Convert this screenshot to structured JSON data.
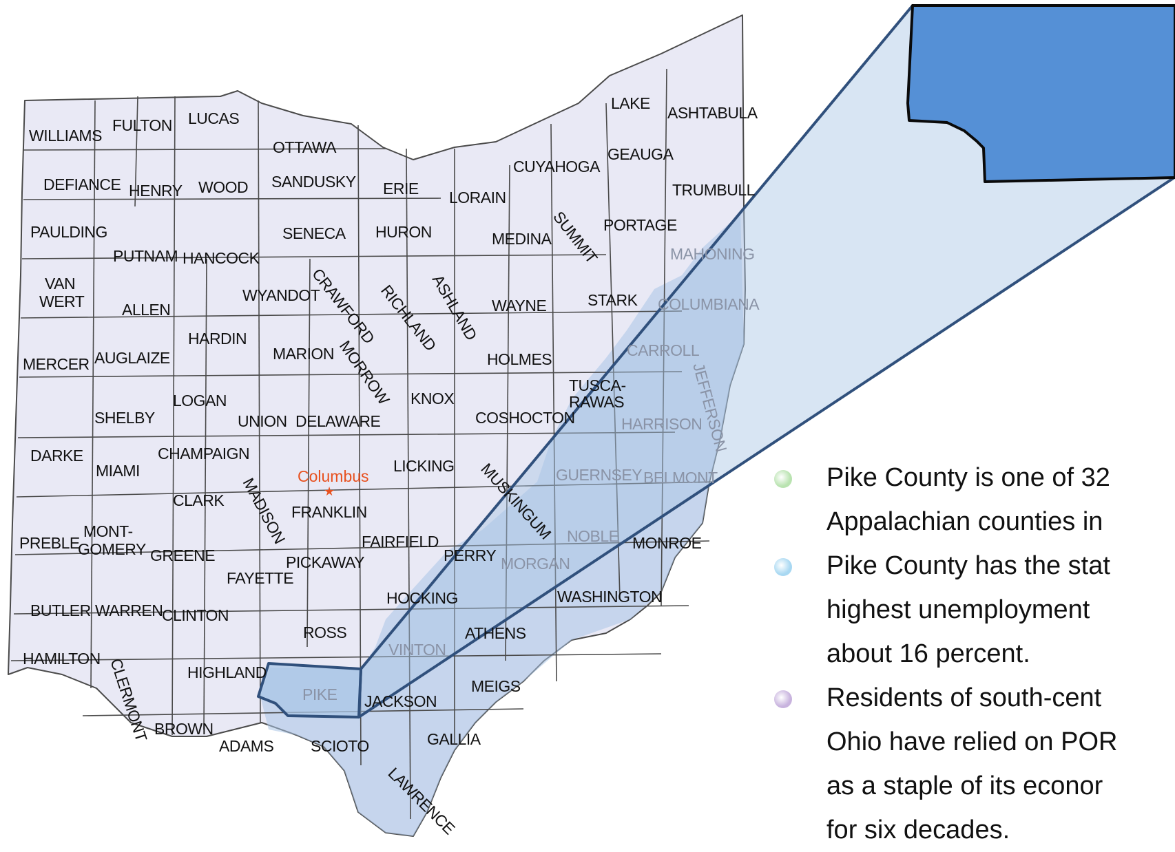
{
  "map": {
    "city": "Columbus",
    "highlighted_county": "PIKE",
    "colors": {
      "county_fill": "#e9e9f5",
      "county_border": "#4a4a4a",
      "appalachian_overlay": "#a9c5e5",
      "callout_outline": "#30507c",
      "zoom_fill": "#5590d6",
      "city_text": "#e8511f"
    },
    "counties": [
      "WILLIAMS",
      "FULTON",
      "LUCAS",
      "OTTAWA",
      "LAKE",
      "ASHTABULA",
      "GEAUGA",
      "CUYAHOGA",
      "DEFIANCE",
      "HENRY",
      "WOOD",
      "SANDUSKY",
      "ERIE",
      "LORAIN",
      "TRUMBULL",
      "SUMMIT",
      "PORTAGE",
      "PAULDING",
      "PUTNAM",
      "HANCOCK",
      "SENECA",
      "HURON",
      "MEDINA",
      "MAHONING",
      "CRAWFORD",
      "RICHLAND",
      "ASHLAND",
      "VAN",
      "WERT",
      "WYANDOT",
      "ALLEN",
      "WAYNE",
      "STARK",
      "COLUMBIANA",
      "HARDIN",
      "MARION",
      "MORROW",
      "CARROLL",
      "HOLMES",
      "MERCER",
      "AUGLAIZE",
      "TUSCA-",
      "RAWAS",
      "JEFFERSON",
      "LOGAN",
      "KNOX",
      "SHELBY",
      "UNION",
      "DELAWARE",
      "COSHOCTON",
      "HARRISON",
      "DARKE",
      "CHAMPAIGN",
      "LICKING",
      "MIAMI",
      "GUERNSEY",
      "BELMONT",
      "MUSKINGUM",
      "CLARK",
      "MADISON",
      "FRANKLIN",
      "NOBLE",
      "MONROE",
      "MONT-",
      "GOMERY",
      "PREBLE",
      "FAIRFIELD",
      "GREENE",
      "PERRY",
      "MORGAN",
      "PICKAWAY",
      "FAYETTE",
      "WASHINGTON",
      "HOCKING",
      "BUTLER",
      "WARREN",
      "CLINTON",
      "ROSS",
      "ATHENS",
      "HAMILTON",
      "VINTON",
      "CLERMONT",
      "HIGHLAND",
      "MEIGS",
      "PIKE",
      "JACKSON",
      "BROWN",
      "GALLIA",
      "ADAMS",
      "SCIOTO",
      "LAWRENCE"
    ]
  },
  "bullets": [
    {
      "lines": [
        "Pike County is one of 32",
        "Appalachian counties in"
      ],
      "dot_color": "#b9e3b0"
    },
    {
      "lines": [
        "Pike County has the stat",
        "highest unemployment",
        "about 16 percent."
      ],
      "dot_color": "#a8d8f2"
    },
    {
      "lines": [
        "Residents of south-cent",
        "Ohio have relied on POR",
        "as a staple of its econor",
        "for six decades."
      ],
      "dot_color": "#c8b3de"
    }
  ]
}
